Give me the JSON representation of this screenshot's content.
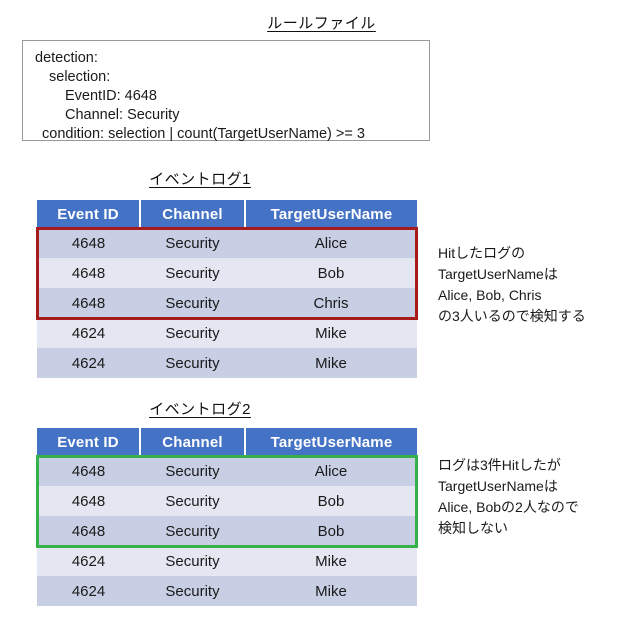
{
  "rule_section": {
    "title": "ルールファイル",
    "lines": [
      {
        "indent": 0,
        "text": "detection:"
      },
      {
        "indent": 1,
        "text": "selection:"
      },
      {
        "indent": 2,
        "text": "EventID: 4648"
      },
      {
        "indent": 2,
        "text": "Channel: Security"
      },
      {
        "indent": 1,
        "text": "condition: selection | count(TargetUserName) >= 3"
      }
    ]
  },
  "log1": {
    "title": "イベントログ1",
    "columns": [
      "Event ID",
      "Channel",
      "TargetUserName"
    ],
    "rows": [
      [
        "4648",
        "Security",
        "Alice"
      ],
      [
        "4648",
        "Security",
        "Bob"
      ],
      [
        "4648",
        "Security",
        "Chris"
      ],
      [
        "4624",
        "Security",
        "Mike"
      ],
      [
        "4624",
        "Security",
        "Mike"
      ]
    ],
    "highlight": {
      "color": "#A61C1C",
      "first_row": 0,
      "last_row": 2
    },
    "annotation": [
      "Hitしたログの",
      "TargetUserNameは",
      "Alice, Bob, Chris",
      "の3人いるので検知する"
    ]
  },
  "log2": {
    "title": "イベントログ2",
    "columns": [
      "Event ID",
      "Channel",
      "TargetUserName"
    ],
    "rows": [
      [
        "4648",
        "Security",
        "Alice"
      ],
      [
        "4648",
        "Security",
        "Bob"
      ],
      [
        "4648",
        "Security",
        "Bob"
      ],
      [
        "4624",
        "Security",
        "Mike"
      ],
      [
        "4624",
        "Security",
        "Mike"
      ]
    ],
    "highlight": {
      "color": "#36B14A",
      "first_row": 0,
      "last_row": 2
    },
    "annotation": [
      "ログは3件Hitしたが",
      "TargetUserNameは",
      "Alice, Bobの2人なので",
      "検知しない"
    ]
  },
  "colors": {
    "header_blue": "#4472C4",
    "row_dark": "#C8CFE4",
    "row_light": "#E4E7F1",
    "highlight_red": "#A61C1C",
    "highlight_green": "#36B14A",
    "box_border": "#9A9A9A"
  }
}
